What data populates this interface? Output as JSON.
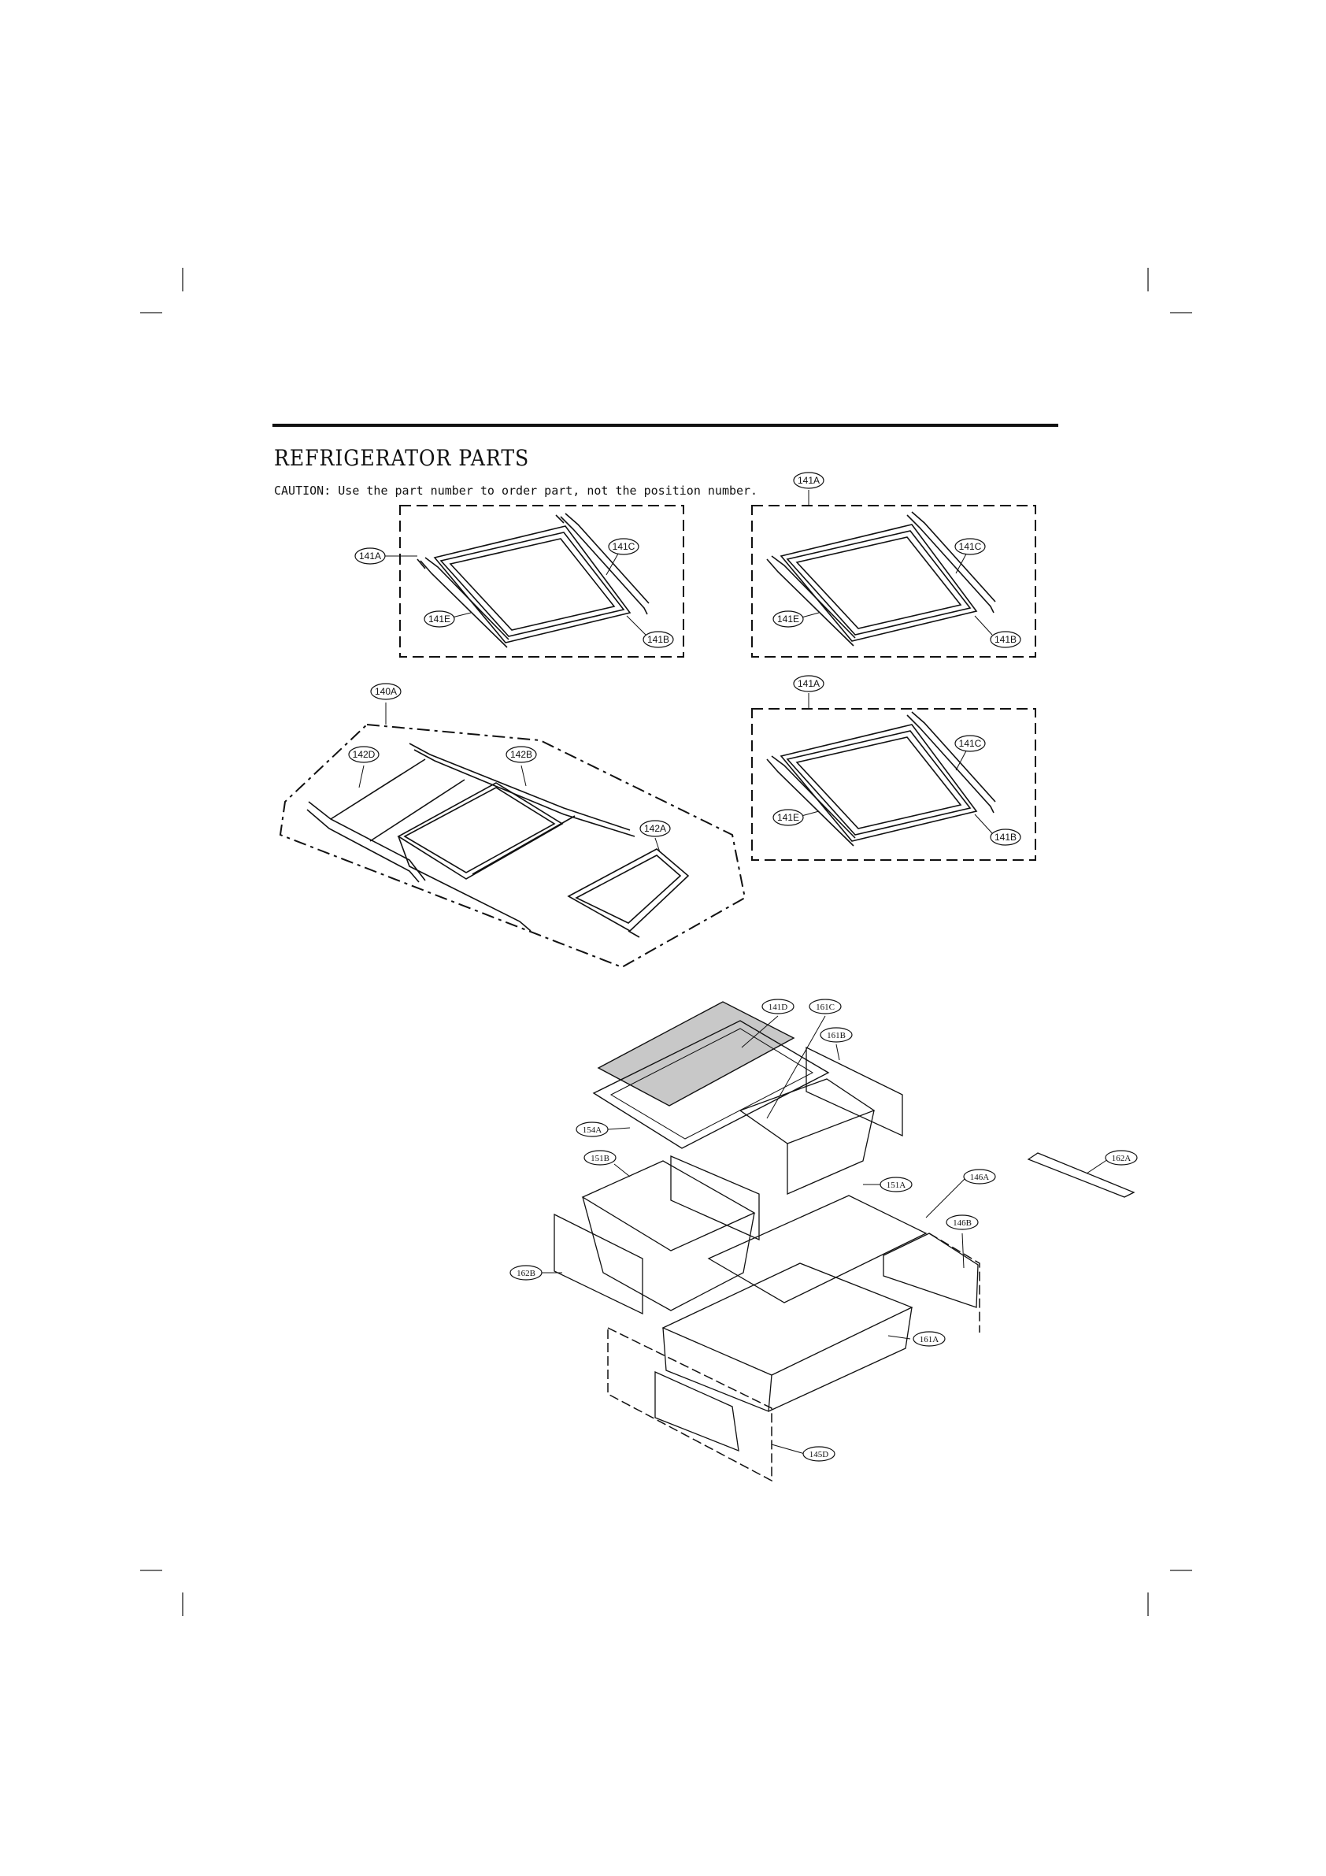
{
  "header": {
    "title": "REFRIGERATOR PARTS",
    "caution": "CAUTION: Use the part number to order part, not the position number."
  },
  "groups": [
    {
      "id": "shelf-top-left",
      "callouts": [
        "141A",
        "141C",
        "141E",
        "141B"
      ]
    },
    {
      "id": "shelf-top-right",
      "callouts": [
        "141A",
        "141C",
        "141E",
        "141B"
      ]
    },
    {
      "id": "shelf-mid-right",
      "callouts": [
        "141A",
        "141C",
        "141E",
        "141B"
      ]
    },
    {
      "id": "shelf-folding",
      "callouts": [
        "140A",
        "142D",
        "142B",
        "142A"
      ]
    },
    {
      "id": "crisper-assembly",
      "callouts": [
        "141D",
        "161C",
        "161B",
        "154A",
        "151B",
        "151A",
        "146A",
        "146B",
        "162B",
        "161A",
        "145D",
        "162A"
      ]
    }
  ]
}
